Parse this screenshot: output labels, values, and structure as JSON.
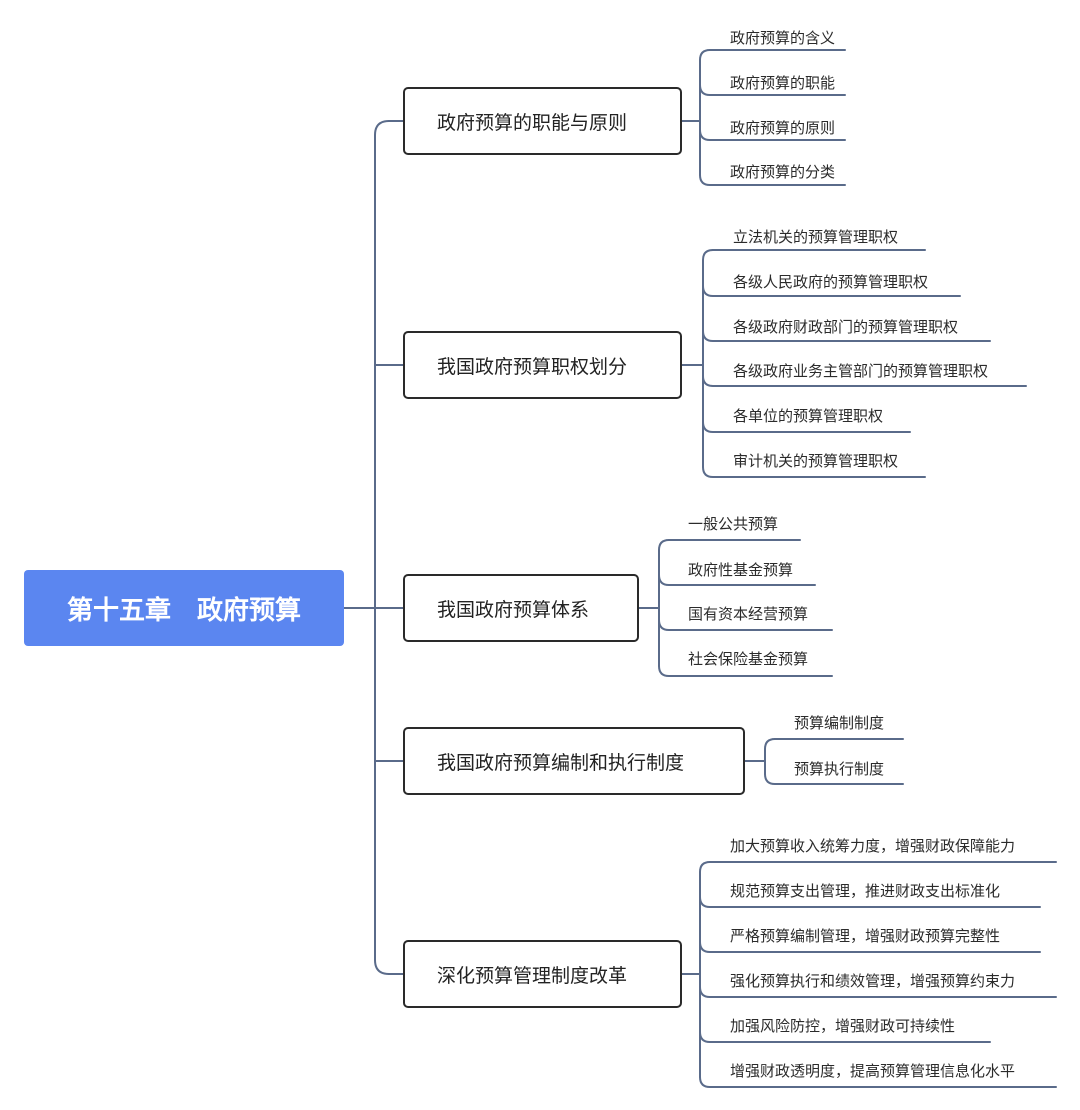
{
  "root": {
    "label": "第十五章　政府预算",
    "color": "#5b86f0"
  },
  "connector_color": "#5a6b8a",
  "branches": [
    {
      "label": "政府预算的职能与原则",
      "children": [
        "政府预算的含义",
        "政府预算的职能",
        "政府预算的原则",
        "政府预算的分类"
      ]
    },
    {
      "label": "我国政府预算职权划分",
      "children": [
        "立法机关的预算管理职权",
        "各级人民政府的预算管理职权",
        "各级政府财政部门的预算管理职权",
        "各级政府业务主管部门的预算管理职权",
        "各单位的预算管理职权",
        "审计机关的预算管理职权"
      ]
    },
    {
      "label": "我国政府预算体系",
      "children": [
        "一般公共预算",
        "政府性基金预算",
        "国有资本经营预算",
        "社会保险基金预算"
      ]
    },
    {
      "label": "我国政府预算编制和执行制度",
      "children": [
        "预算编制制度",
        "预算执行制度"
      ]
    },
    {
      "label": "深化预算管理制度改革",
      "children": [
        "加大预算收入统筹力度，增强财政保障能力",
        "规范预算支出管理，推进财政支出标准化",
        "严格预算编制管理，增强财政预算完整性",
        "强化预算执行和绩效管理，增强预算约束力",
        "加强风险防控，增强财政可持续性",
        "增强财政透明度，提高预算管理信息化水平"
      ]
    }
  ]
}
